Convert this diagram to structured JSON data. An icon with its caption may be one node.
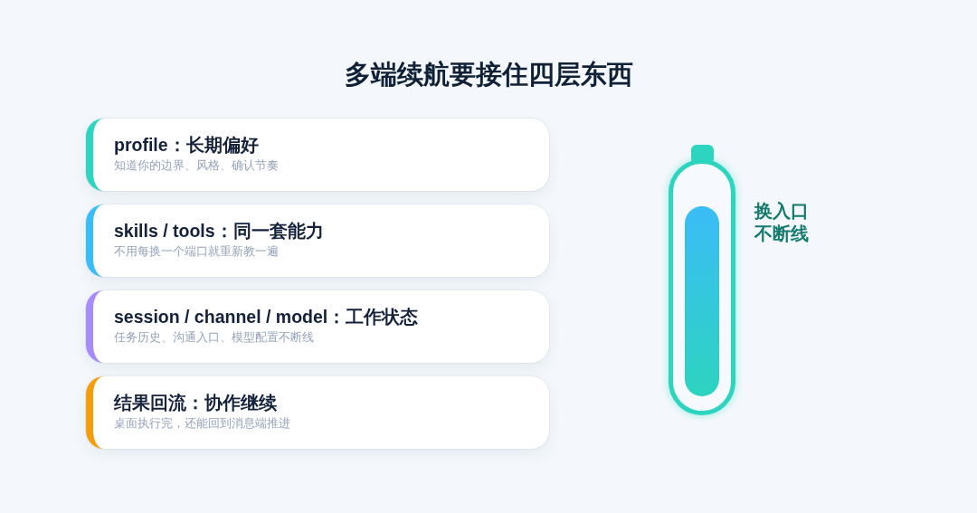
{
  "diagram": {
    "title": "多端续航要接住四层东西",
    "nodes": [
      {
        "text": [
          "profile：长期偏好",
          "知道你的边界、风格、确认节奏"
        ]
      },
      {
        "text": [
          "skills / tools：同一套能力",
          "不用每换一个端口就重新教一遍"
        ]
      },
      {
        "text": [
          "session / channel / model：工作状态",
          "任务历史、沟通入口、模型配置不断线"
        ]
      },
      {
        "text": [
          "结果回流：协作继续",
          "桌面执行完，还能回到消息端推进"
        ]
      }
    ],
    "labels": [
      "换入口不断线"
    ]
  }
}
